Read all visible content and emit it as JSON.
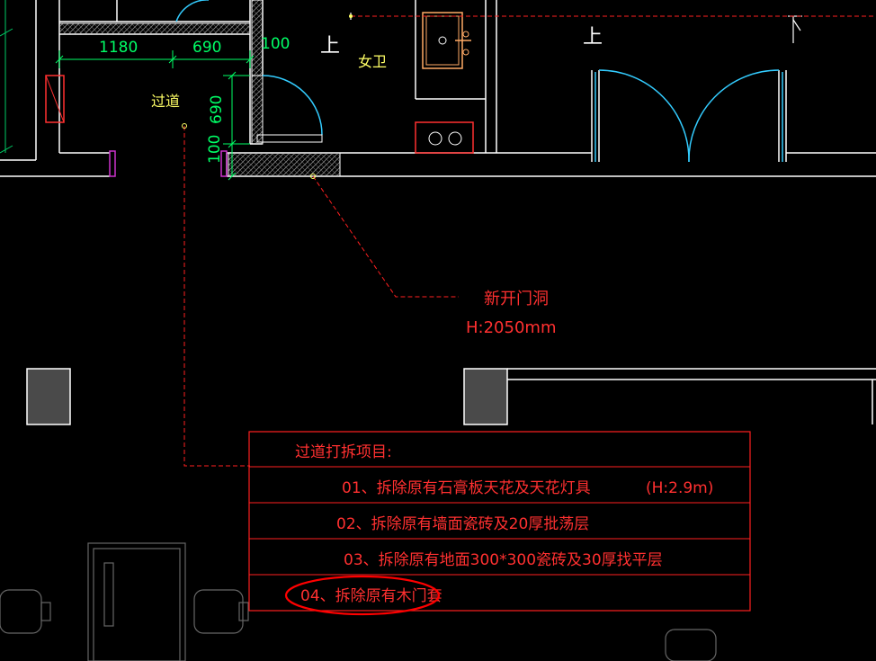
{
  "dimensions": {
    "d1180": "1180",
    "d690_h": "690",
    "d100_top": "100",
    "d690_v": "690",
    "d100_v": "100"
  },
  "room_labels": {
    "corridor": "过道",
    "bathroom": "女卫",
    "mark_shang_left": "上",
    "mark_shang_right": "上"
  },
  "callout": {
    "title": "新开门洞",
    "height": "H:2050mm"
  },
  "table": {
    "title": "过道打拆项目:",
    "rows": [
      {
        "text": "01、拆除原有石膏板天花及天花灯具",
        "extra": "(H:2.9m)"
      },
      {
        "text": "02、拆除原有墙面瓷砖及20厚批荡层",
        "extra": ""
      },
      {
        "text": "03、拆除原有地面300*300瓷砖及30厚找平层",
        "extra": ""
      },
      {
        "text": "04、拆除原有木门套",
        "extra": ""
      }
    ]
  },
  "colors": {
    "background": "#000000",
    "wall": "#ffffff",
    "dimension": "#00ff00",
    "annotation": "#ff2020",
    "door": "#33ccff",
    "label": "#ffff66",
    "column": "#4a4a4a",
    "highlight_ellipse": "#ff0000"
  }
}
